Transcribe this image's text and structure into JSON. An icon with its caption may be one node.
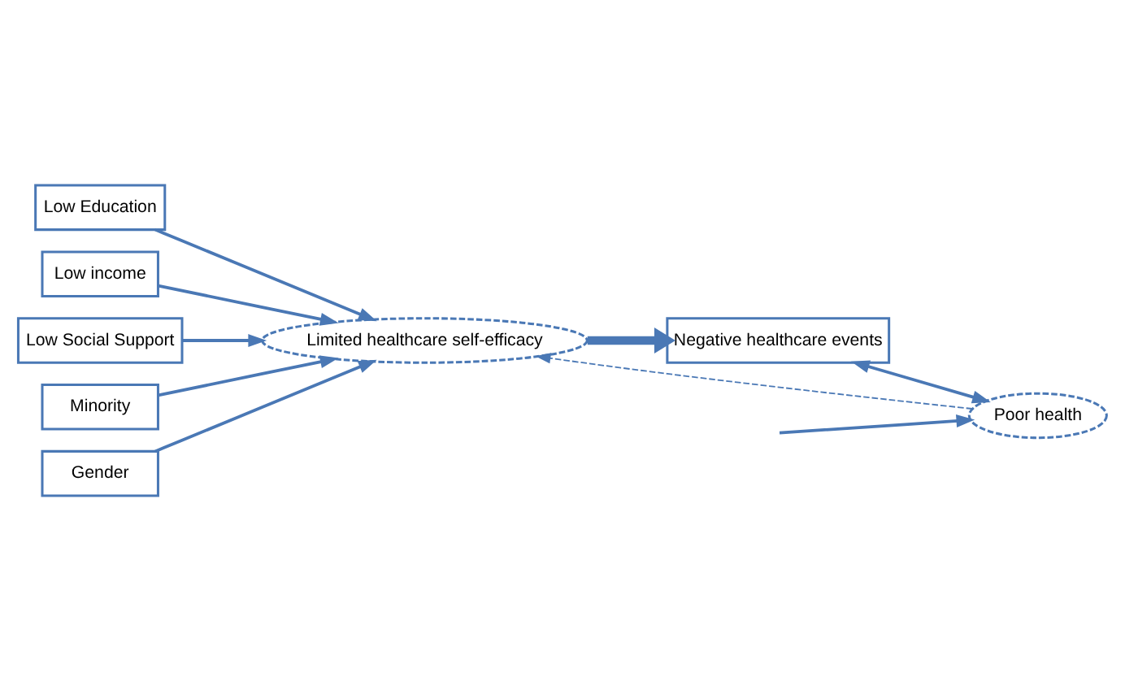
{
  "diagram": {
    "nodes": [
      {
        "text": [
          "Low Education"
        ]
      },
      {
        "text": [
          "Low income"
        ]
      },
      {
        "text": [
          "Low Social Support"
        ]
      },
      {
        "text": [
          "Minority"
        ]
      },
      {
        "text": [
          "Gender"
        ]
      },
      {
        "text": [
          "Limited healthcare self-efficacy"
        ]
      },
      {
        "text": [
          "Negative healthcare events"
        ]
      },
      {
        "text": [
          "Poor health"
        ]
      }
    ],
    "edges": [
      {
        "from": 0,
        "to": 5,
        "arrow": "to"
      },
      {
        "from": 1,
        "to": 5,
        "arrow": "to"
      },
      {
        "from": 2,
        "to": 5,
        "arrow": "to"
      },
      {
        "from": 3,
        "to": 5,
        "arrow": "to"
      },
      {
        "from": 4,
        "to": 5,
        "arrow": "to"
      },
      {
        "from": 5,
        "to": 6,
        "arrow": "to",
        "style": "thick"
      },
      {
        "from": 6,
        "to": 7,
        "arrow": "both"
      },
      {
        "from": 7,
        "to": 5,
        "arrow": "to",
        "style": "dashed"
      },
      {
        "from": null,
        "to": 7,
        "arrow": "to"
      }
    ]
  }
}
